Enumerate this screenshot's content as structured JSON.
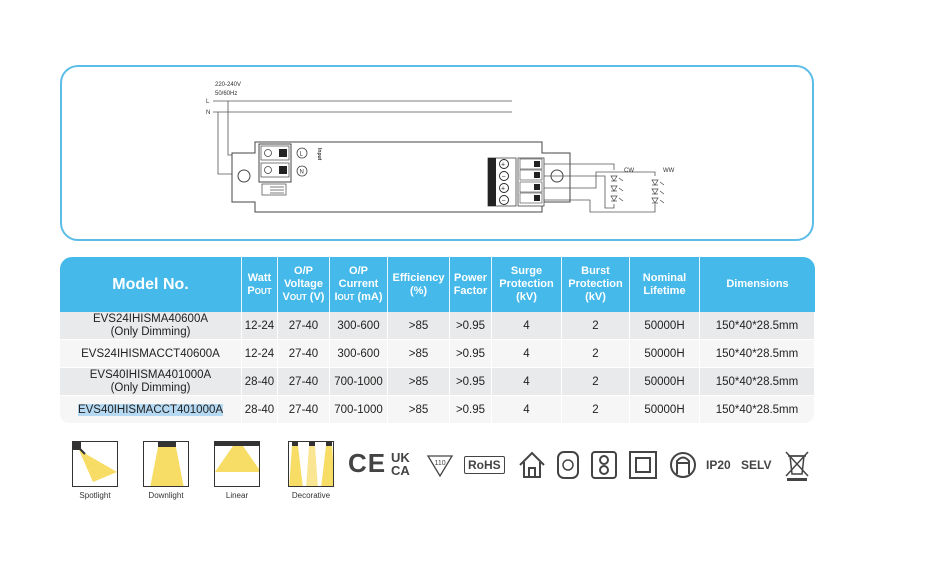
{
  "diagram": {
    "input_voltage": "220-240V",
    "input_freq": "50/60Hz",
    "line_label": "L",
    "neutral_label": "N",
    "input_label": "Input",
    "terminal_l": "L",
    "terminal_n": "N",
    "cw_label": "CW",
    "ww_label": "WW"
  },
  "table": {
    "headers": {
      "model": "Model No.",
      "watt": "Watt",
      "watt_sub": "P",
      "watt_sub2": "OUT",
      "voltage_1": "O/P",
      "voltage_2": "Voltage",
      "voltage_3": "V",
      "voltage_sub": "OUT",
      "voltage_unit": " (V)",
      "current_1": "O/P",
      "current_2": "Current",
      "current_3": "I",
      "current_sub": "OUT",
      "current_unit": " (mA)",
      "efficiency_1": "Efficiency",
      "efficiency_2": "(%)",
      "pf_1": "Power",
      "pf_2": "Factor",
      "surge_1": "Surge",
      "surge_2": "Protection",
      "surge_3": "(kV)",
      "burst_1": "Burst",
      "burst_2": "Protection",
      "burst_3": "(kV)",
      "lifetime_1": "Nominal",
      "lifetime_2": "Lifetime",
      "dimensions": "Dimensions"
    },
    "rows": [
      {
        "model_1": "EVS24IHISMA40600A",
        "model_2": "(Only Dimming)",
        "watt": "12-24",
        "voltage": "27-40",
        "current": "300-600",
        "efficiency": ">85",
        "pf": ">0.95",
        "surge": "4",
        "burst": "2",
        "lifetime": "50000H",
        "dimensions": "150*40*28.5mm"
      },
      {
        "model_1": "EVS24IHISMACCT40600A",
        "model_2": "",
        "watt": "12-24",
        "voltage": "27-40",
        "current": "300-600",
        "efficiency": ">85",
        "pf": ">0.95",
        "surge": "4",
        "burst": "2",
        "lifetime": "50000H",
        "dimensions": "150*40*28.5mm"
      },
      {
        "model_1": "EVS40IHISMA401000A",
        "model_2": "(Only Dimming)",
        "watt": "28-40",
        "voltage": "27-40",
        "current": "700-1000",
        "efficiency": ">85",
        "pf": ">0.95",
        "surge": "4",
        "burst": "2",
        "lifetime": "50000H",
        "dimensions": "150*40*28.5mm"
      },
      {
        "model_1": "EVS40IHISMACCT401000A",
        "model_2": "",
        "watt": "28-40",
        "voltage": "27-40",
        "current": "700-1000",
        "efficiency": ">85",
        "pf": ">0.95",
        "surge": "4",
        "burst": "2",
        "lifetime": "50000H",
        "dimensions": "150*40*28.5mm"
      }
    ]
  },
  "applications": [
    {
      "label": "Spotlight",
      "icon": "spotlight-icon"
    },
    {
      "label": "Downlight",
      "icon": "downlight-icon"
    },
    {
      "label": "Linear",
      "icon": "linear-icon"
    },
    {
      "label": "Decorative",
      "icon": "decorative-icon"
    }
  ],
  "certifications": {
    "ce": "CE",
    "ukca_1": "UK",
    "ukca_2": "CA",
    "temp": "110",
    "rohs": "RoHS",
    "ip": "IP20",
    "selv": "SELV"
  },
  "colors": {
    "accent": "#45b9ea",
    "border": "#5cbde8",
    "light_yellow": "#f6d64a"
  }
}
